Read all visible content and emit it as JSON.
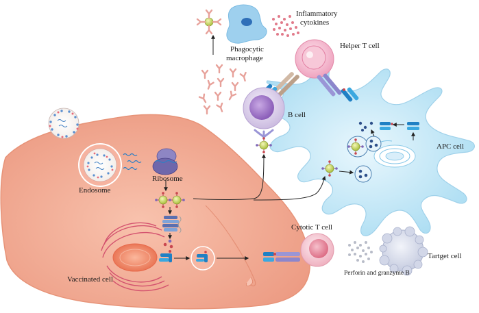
{
  "labels": {
    "inflammatory_cytokines_line1": "Inflammatory",
    "inflammatory_cytokines_line2": "cytokines",
    "helper_t_cell": "Helper T cell",
    "phagocytic_line1": "Phagocytic",
    "phagocytic_line2": "macrophage",
    "b_cell": "B cell",
    "apc_cell": "APC cell",
    "endosome": "Endosome",
    "ribosome": "Ribosome",
    "cytotic_t_cell": "Cytotic T cell",
    "perforin_granzyme": "Perforin and granzyme B",
    "target_cell": "Tartget cell",
    "vaccinated_cell": "Vaccinated cell"
  },
  "colors": {
    "vaccinated_cell": "#f2a48c",
    "apc_cell": "#bfe6f6",
    "helper_t_cell": "#f2b3c8",
    "b_cell": "#d9cde8",
    "cytotoxic_t_cell": "#f4c4cf",
    "macrophage": "#9fd0ee",
    "target_cell": "#d7dcec",
    "antibody": "#e89a92",
    "receptor_blue": "#2f9ad8",
    "receptor_purple": "#9a95d6"
  }
}
